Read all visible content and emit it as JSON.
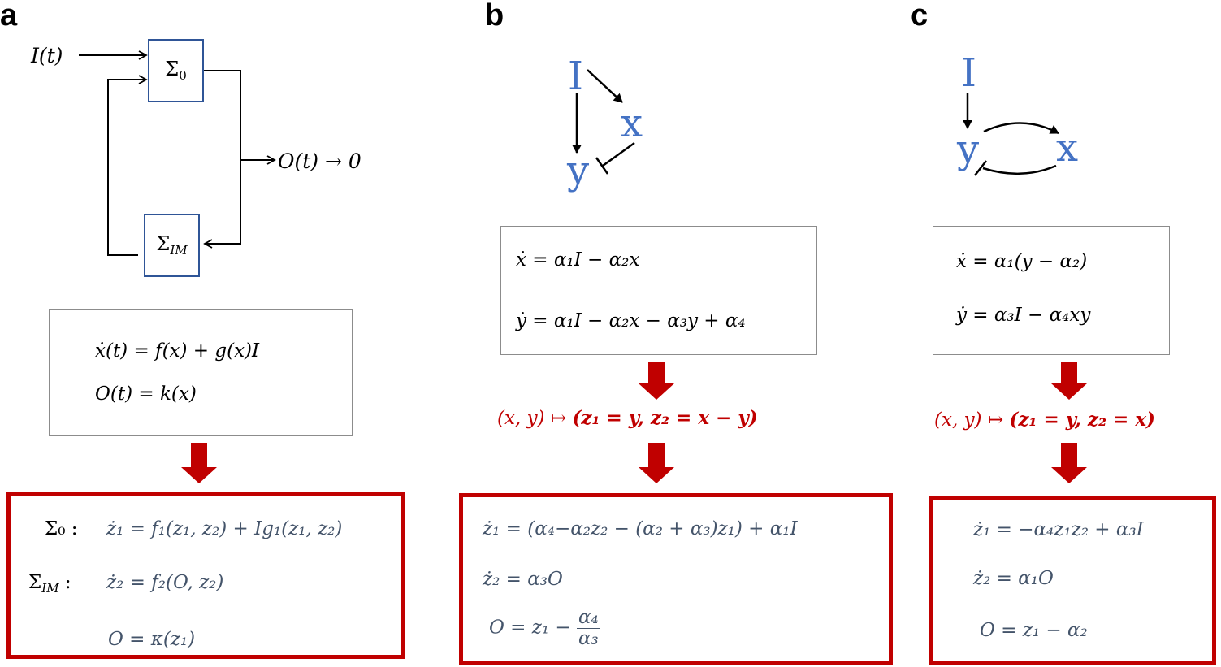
{
  "panel_a": {
    "label": "a",
    "input": "I(t)",
    "block0": {
      "symbol": "Σ",
      "sub": "0"
    },
    "blockIM": {
      "symbol": "Σ",
      "sub": "IM"
    },
    "output": "O(t) → 0",
    "system": [
      "ẋ(t) = f(x) + g(x)I",
      "O(t) = k(x)"
    ],
    "result": {
      "row1_label": "Σ₀ :",
      "row1_eq": "ż₁ = f₁(z₁, z₂) + Ig₁(z₁, z₂)",
      "row2_label_symbol": "Σ",
      "row2_label_sub": "IM",
      "row2_label_colon": ":",
      "row2_eq": "ż₂ = f₂(O, z₂)",
      "row3_eq": "O = κ(z₁)"
    }
  },
  "panel_b": {
    "label": "b",
    "nodes": {
      "I": "I",
      "x": "x",
      "y": "y"
    },
    "system": [
      "ẋ = α₁I  −  α₂x",
      "ẏ = α₁I  −  α₂x − α₃y + α₄"
    ],
    "map_from": "(x, y) ↦ ",
    "map_to": "(z₁ = y, z₂ = x − y)",
    "result": {
      "row1_eq": "ż₁ = (α₄−α₂z₂ − (α₂ + α₃)z₁) + α₁I",
      "row2_eq": "ż₂ = α₃O",
      "row3_lhs": "O = z₁ − ",
      "row3_num": "α₄",
      "row3_den": "α₃"
    }
  },
  "panel_c": {
    "label": "c",
    "nodes": {
      "I": "I",
      "x": "x",
      "y": "y"
    },
    "system": [
      "ẋ = α₁(y − α₂)",
      "ẏ = α₃I  −  α₄xy"
    ],
    "map_from": "(x, y) ↦ ",
    "map_to": "(z₁ = y, z₂ = x)",
    "result": {
      "row1_eq": "ż₁ = −α₄z₁z₂ + α₃I",
      "row2_eq": "ż₂ = α₁O",
      "row3_eq": "O = z₁ − α₂"
    }
  },
  "colors": {
    "node_blue": "#4472c4",
    "red": "#c00000",
    "slate": "#44546a",
    "block_border": "#2f5597"
  }
}
